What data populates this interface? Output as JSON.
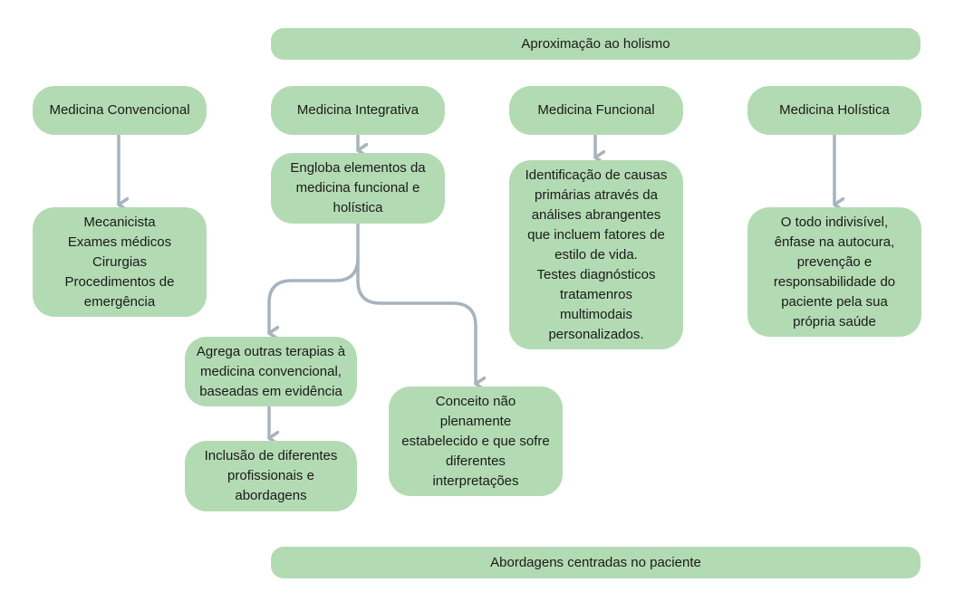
{
  "diagram": {
    "top_bar": "Aproximação ao holismo",
    "bottom_bar": "Abordagens centradas no paciente",
    "headers": {
      "convencional": "Medicina Convencional",
      "integrativa": "Medicina Integrativa",
      "funcional": "Medicina Funcional",
      "holistica": "Medicina Holística"
    },
    "nodes": {
      "convencional_desc": "Mecanicista\nExames médicos\nCirurgias\nProcedimentos de\nemergência",
      "integrativa_desc": "Engloba elementos da\nmedicina funcional e\nholística",
      "integrativa_agrega": "Agrega outras terapias à\nmedicina convencional,\nbaseadas em evidência",
      "integrativa_inclusao": "Inclusão de diferentes\nprofissionais e\nabordagens",
      "integrativa_conceito": "Conceito não\nplenamente\nestabelecido e que sofre\ndiferentes\ninterpretações",
      "funcional_desc": "Identificação de causas\nprimárias através da\nanálises abrangentes\nque incluem fatores de\nestilo de vida.\nTestes diagnósticos\ntratamenros\nmultimodais\npersonalizados.",
      "holistica_desc": "O todo indivisível,\nênfase na autocura,\nprevenção e\nresponsabilidade do\npaciente pela sua\nprópria saúde"
    },
    "colors": {
      "box_fill": "#b3dbb3",
      "connector": "#a7b3bd"
    }
  }
}
